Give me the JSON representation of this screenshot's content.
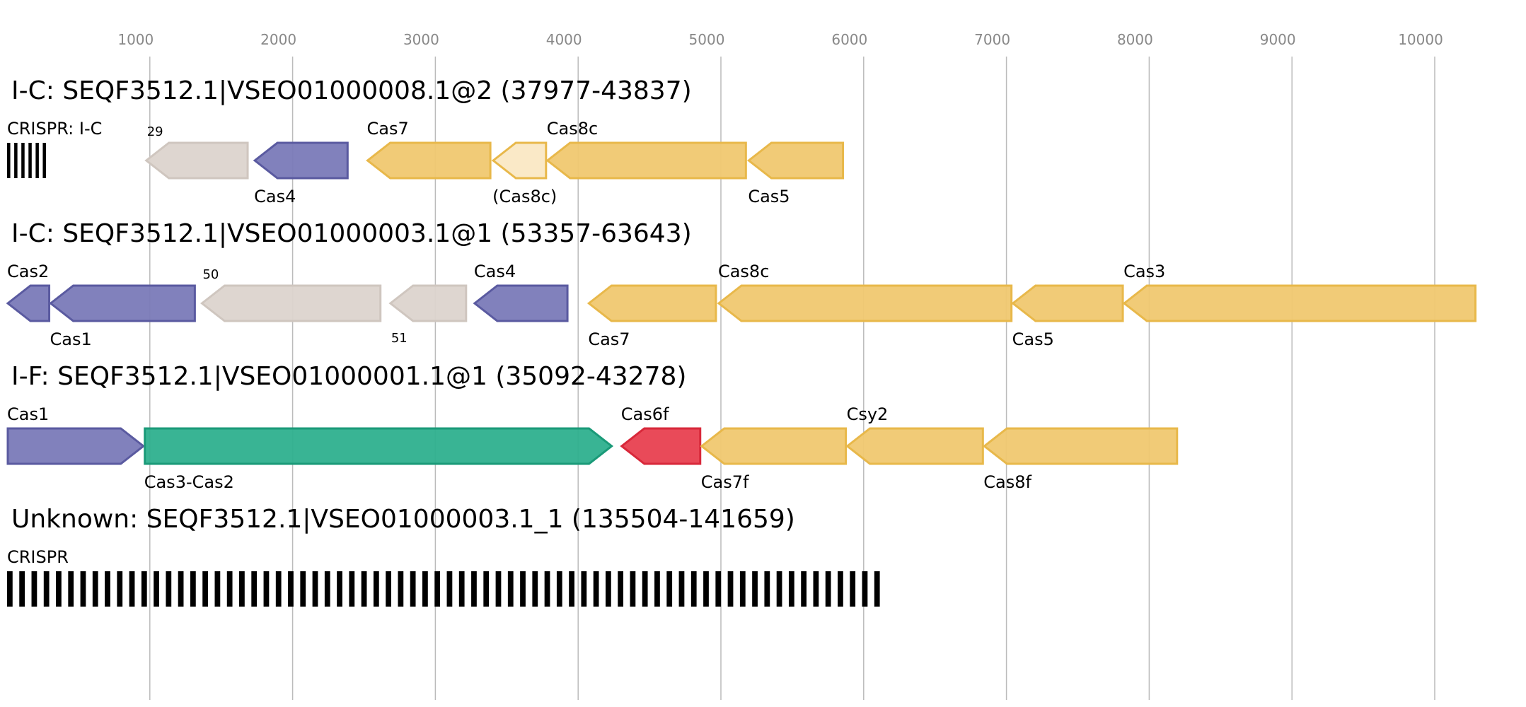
{
  "axis": {
    "ticks": [
      1000,
      2000,
      3000,
      4000,
      5000,
      6000,
      7000,
      8000,
      9000,
      10000
    ]
  },
  "colors": {
    "adaptation": "#7a7ab8",
    "adaptation_stroke": "#5a5aa0",
    "interference": "#f0c870",
    "interference_stroke": "#e8b84a",
    "interference_partial": "#fae8c4",
    "unknown": "#dcd4ce",
    "unknown_stroke": "#cfc6bf",
    "cas3cas2": "#2eb08e",
    "cas3cas2_stroke": "#1a9a78",
    "cas6f": "#e84050",
    "cas6f_stroke": "#d8283a",
    "gridline": "#bbbbbb",
    "tick_text": "#888888",
    "crispr": "#000000"
  },
  "loci": [
    {
      "title": "I-C: SEQF3512.1|VSEO01000008.1@2 (37977-43837)",
      "crispr": {
        "label": "CRISPR: I-C",
        "start": 0,
        "end": 300,
        "repeats": 6
      },
      "genes": [
        {
          "label": "29",
          "small": true,
          "start": 970,
          "end": 1690,
          "strand": -1,
          "color": "unknown",
          "label_pos": "above"
        },
        {
          "label": "Cas4",
          "start": 1730,
          "end": 2390,
          "strand": -1,
          "color": "adaptation",
          "label_pos": "below"
        },
        {
          "label": "Cas7",
          "start": 2520,
          "end": 3390,
          "strand": -1,
          "color": "interference",
          "label_pos": "above"
        },
        {
          "label": "(Cas8c)",
          "start": 3400,
          "end": 3780,
          "strand": -1,
          "color": "interference_partial",
          "label_pos": "below"
        },
        {
          "label": "Cas8c",
          "start": 3780,
          "end": 5180,
          "strand": -1,
          "color": "interference",
          "label_pos": "above"
        },
        {
          "label": "Cas5",
          "start": 5190,
          "end": 5860,
          "strand": -1,
          "color": "interference",
          "label_pos": "below"
        }
      ]
    },
    {
      "title": "I-C: SEQF3512.1|VSEO01000003.1@1 (53357-63643)",
      "crispr": null,
      "genes": [
        {
          "label": "Cas2",
          "start": 0,
          "end": 300,
          "strand": -1,
          "color": "adaptation",
          "label_pos": "above"
        },
        {
          "label": "Cas1",
          "start": 300,
          "end": 1320,
          "strand": -1,
          "color": "adaptation",
          "label_pos": "below"
        },
        {
          "label": "50",
          "small": true,
          "start": 1360,
          "end": 2620,
          "strand": -1,
          "color": "unknown",
          "label_pos": "above"
        },
        {
          "label": "51",
          "small": true,
          "start": 2680,
          "end": 3220,
          "strand": -1,
          "color": "unknown",
          "label_pos": "below"
        },
        {
          "label": "Cas4",
          "start": 3270,
          "end": 3930,
          "strand": -1,
          "color": "adaptation",
          "label_pos": "above"
        },
        {
          "label": "Cas7",
          "start": 4070,
          "end": 4970,
          "strand": -1,
          "color": "interference",
          "label_pos": "below"
        },
        {
          "label": "Cas8c",
          "start": 4980,
          "end": 7040,
          "strand": -1,
          "color": "interference",
          "label_pos": "above"
        },
        {
          "label": "Cas5",
          "start": 7040,
          "end": 7820,
          "strand": -1,
          "color": "interference",
          "label_pos": "below"
        },
        {
          "label": "Cas3",
          "start": 7820,
          "end": 10290,
          "strand": -1,
          "color": "interference",
          "label_pos": "above"
        }
      ]
    },
    {
      "title": "I-F: SEQF3512.1|VSEO01000001.1@1 (35092-43278)",
      "crispr": null,
      "genes": [
        {
          "label": "Cas1",
          "start": 0,
          "end": 960,
          "strand": 1,
          "color": "adaptation",
          "label_pos": "above"
        },
        {
          "label": "Cas3-Cas2",
          "start": 960,
          "end": 4240,
          "strand": 1,
          "color": "cas3cas2",
          "label_pos": "below"
        },
        {
          "label": "Cas6f",
          "start": 4300,
          "end": 4860,
          "strand": -1,
          "color": "cas6f",
          "label_pos": "above"
        },
        {
          "label": "Cas7f",
          "start": 4860,
          "end": 5880,
          "strand": -1,
          "color": "interference",
          "label_pos": "below"
        },
        {
          "label": "Csy2",
          "start": 5880,
          "end": 6840,
          "strand": -1,
          "color": "interference",
          "label_pos": "above"
        },
        {
          "label": "Cas8f",
          "start": 6840,
          "end": 8200,
          "strand": -1,
          "color": "interference",
          "label_pos": "below"
        }
      ]
    },
    {
      "title": "Unknown: SEQF3512.1|VSEO01000003.1_1 (135504-141659)",
      "crispr": {
        "label": "CRISPR",
        "start": 0,
        "end": 6160,
        "repeats": 72
      },
      "genes": []
    }
  ]
}
